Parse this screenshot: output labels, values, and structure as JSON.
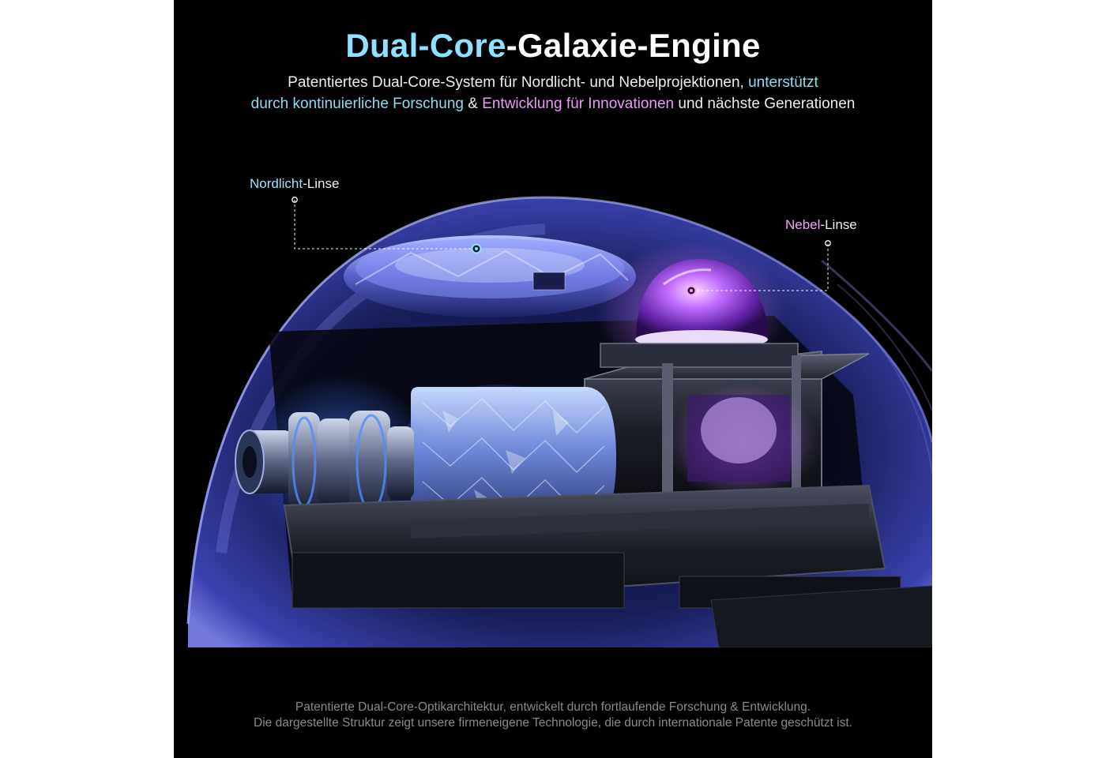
{
  "headline": {
    "part1": "Dual-Core",
    "part2": "-Galaxie-Engine"
  },
  "subheadline": {
    "line1_plain": "Patentiertes Dual-Core-System für Nordlicht- und Nebelprojektionen, ",
    "line1_cyan": "unterstützt",
    "line2_cyan": "durch kontinuierliche Forschung",
    "line2_amp": " & ",
    "line2_pink": "Entwicklung für Innovationen",
    "line2_plain": " und nächste Generationen"
  },
  "callouts": {
    "aurora": {
      "highlight": "Nordlicht",
      "rest": "-Linse"
    },
    "nebula": {
      "highlight": "Nebel",
      "rest": "-Linse"
    }
  },
  "footer": {
    "line1": "Patentierte Dual-Core-Optikarchitektur, entwickelt durch fortlaufende Forschung & Entwicklung.",
    "line2": "Die dargestellte Struktur zeigt unsere firmeneigene Technologie, die durch internationale Patente geschützt ist."
  },
  "colors": {
    "background": "#000000",
    "cyan_accent": "#8fe1ff",
    "pink_accent": "#e99df5",
    "dome_tint": "#4a4fd0",
    "nebula_glow": "#b85cff"
  }
}
